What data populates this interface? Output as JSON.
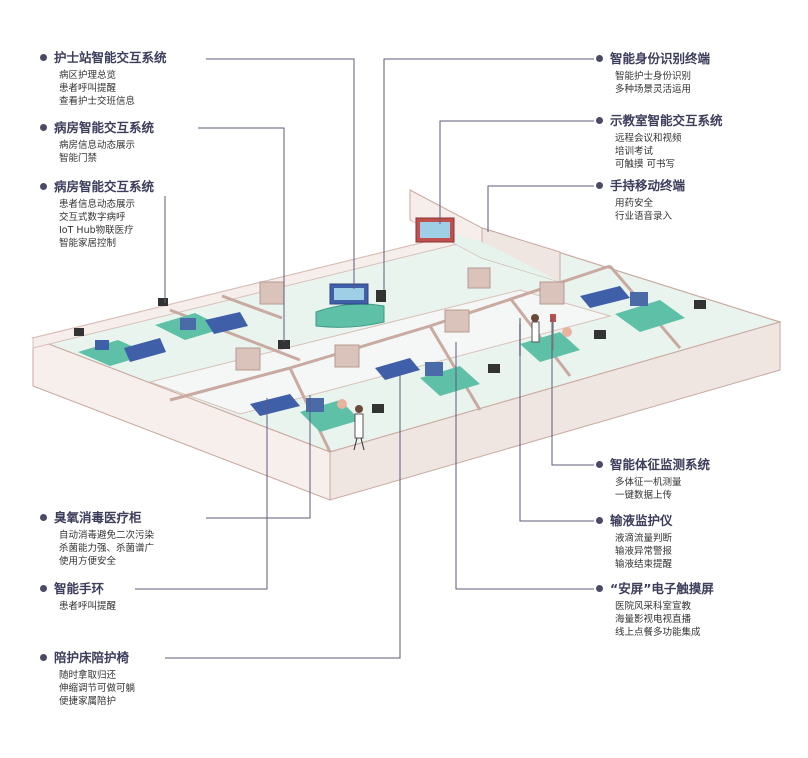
{
  "colors": {
    "floor": "#eaf4ef",
    "wall_top": "#f6eeea",
    "wall_edge": "#c9aaa0",
    "leader": "#5b5b7a",
    "teal": "#5fc0a8",
    "navy": "#3f5fa8",
    "accent": "#e05a5a"
  },
  "left_blocks": [
    {
      "title": "护士站智能交互系统",
      "lines": [
        "病区护理总览",
        "患者呼叫提醒",
        "查看护士交班信息"
      ]
    },
    {
      "title": "病房智能交互系统",
      "lines": [
        "病房信息动态展示",
        "智能门禁"
      ]
    },
    {
      "title": "病房智能交互系统",
      "lines": [
        "患者信息动态展示",
        "交互式数字病呼",
        "IoT Hub物联医疗",
        "智能家居控制"
      ]
    },
    {
      "title": "臭氧消毒医疗柜",
      "lines": [
        "自动消毒避免二次污染",
        "杀菌能力强、杀菌谱广",
        "使用方便安全"
      ]
    },
    {
      "title": "智能手环",
      "lines": [
        "患者呼叫提醒"
      ]
    },
    {
      "title": "陪护床陪护椅",
      "lines": [
        "随时拿取归还",
        "伸缩调节可做可躺",
        "便捷家属陪护"
      ]
    }
  ],
  "right_blocks": [
    {
      "title": "智能身份识别终端",
      "lines": [
        "智能护士身份识别",
        "多种场景灵活运用"
      ]
    },
    {
      "title": "示教室智能交互系统",
      "lines": [
        "远程会议和视频",
        "培训考试",
        "可触摸 可书写"
      ]
    },
    {
      "title": "手持移动终端",
      "lines": [
        "用药安全",
        "行业语音录入"
      ]
    },
    {
      "title": "智能体征监测系统",
      "lines": [
        "多体征一机测量",
        "一键数据上传"
      ]
    },
    {
      "title": "输液监护仪",
      "lines": [
        "液滴流量判断",
        "输液异常警报",
        "输液结束提醒"
      ]
    },
    {
      "title": "“安屏”电子触摸屏",
      "lines": [
        "医院风采科室宣教",
        "海量影视电视直播",
        "线上点餐多功能集成"
      ]
    }
  ]
}
